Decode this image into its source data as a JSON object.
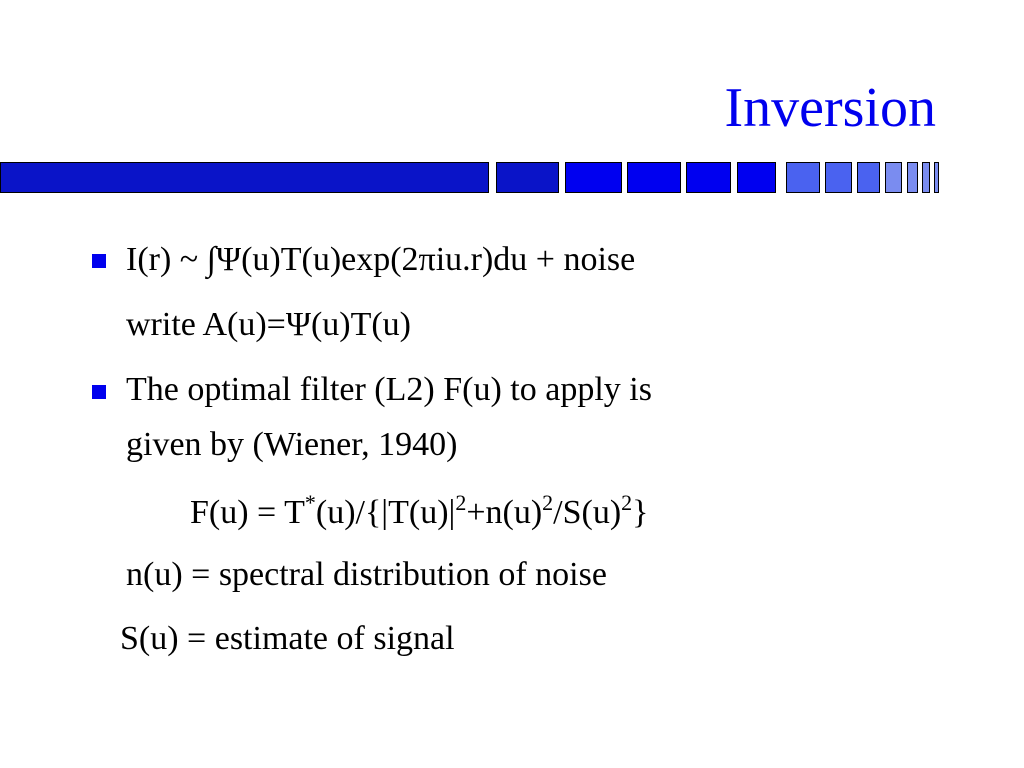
{
  "title": "Inversion",
  "colors": {
    "accent": "#0000ee",
    "bar_dark": "#0a14c8",
    "bar_mid": "#0000f0",
    "bar_light": "#4a62f0",
    "bar_pale": "#7a8cf0"
  },
  "bullets": [
    {
      "text": "I(r) ~ ∫Ψ(u)T(u)exp(2πiu.r)du + noise",
      "continuation": "write A(u)=Ψ(u)T(u)"
    },
    {
      "text": "The optimal filter (L2) F(u) to apply is",
      "continuation": "given by (Wiener, 1940)"
    }
  ],
  "formula": {
    "part1": "F(u) = T",
    "sup1": "*",
    "part2": "(u)/{|T(u)|",
    "sup2": "2",
    "part3": "+n(u)",
    "sup3": "2",
    "part4": "/S(u)",
    "sup4": "2",
    "part5": "}"
  },
  "definitions": {
    "noise": "n(u) = spectral distribution of noise",
    "signal": "S(u) = estimate of signal"
  }
}
